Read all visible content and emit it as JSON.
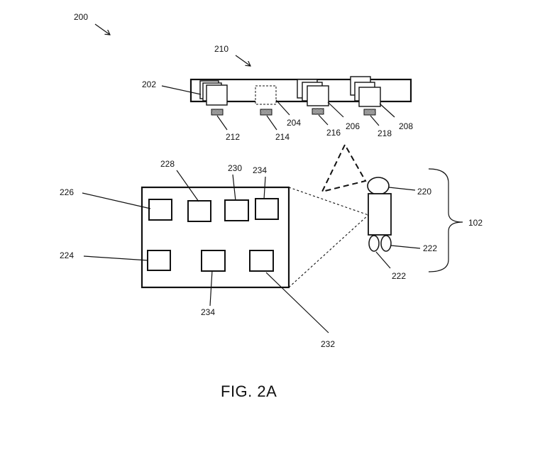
{
  "labels": {
    "l200": "200",
    "l210": "210",
    "l202": "202",
    "l204": "204",
    "l206": "206",
    "l208": "208",
    "l212": "212",
    "l214": "214",
    "l216": "216",
    "l218": "218",
    "l226": "226",
    "l228": "228",
    "l230": "230",
    "l234_top": "234",
    "l224": "224",
    "l234_bottom": "234",
    "l232": "232",
    "l220": "220",
    "l102": "102",
    "l222_right": "222",
    "l222_bottom": "222"
  },
  "caption": "FIG. 2A"
}
